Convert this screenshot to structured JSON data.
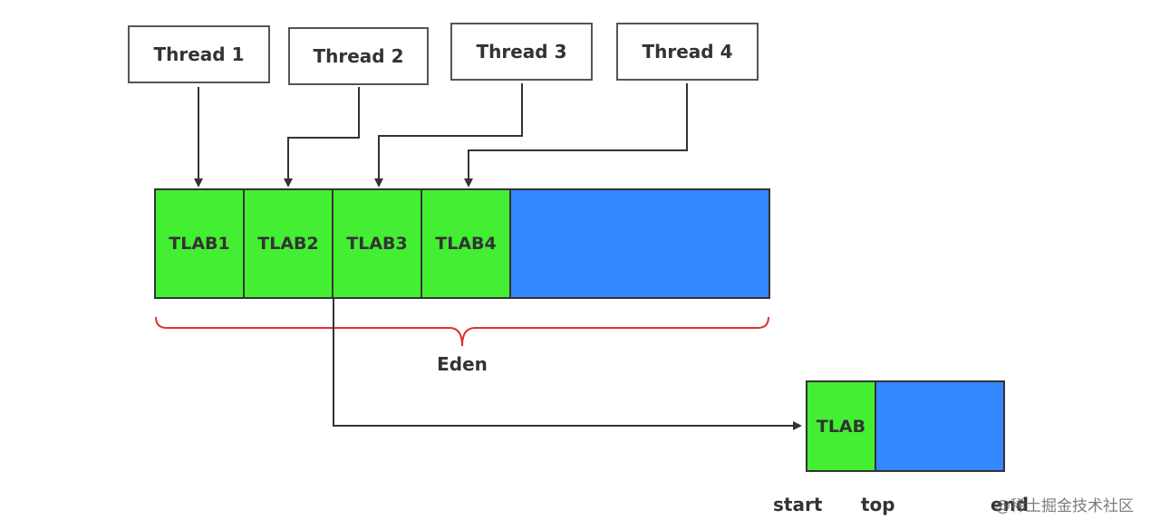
{
  "threads": [
    {
      "label": "Thread 1"
    },
    {
      "label": "Thread 2"
    },
    {
      "label": "Thread 3"
    },
    {
      "label": "Thread 4"
    }
  ],
  "eden": {
    "tlabs": [
      "TLAB1",
      "TLAB2",
      "TLAB3",
      "TLAB4"
    ],
    "label": "Eden"
  },
  "detail": {
    "tlab_label": "TLAB",
    "pointers": {
      "start": "start",
      "top": "top",
      "end": "end"
    }
  },
  "watermark": "@稀土掘金技术社区",
  "colors": {
    "tlab_fill": "#44ee33",
    "free_fill": "#3388ff",
    "brace": "#e03030",
    "line": "#333333"
  }
}
